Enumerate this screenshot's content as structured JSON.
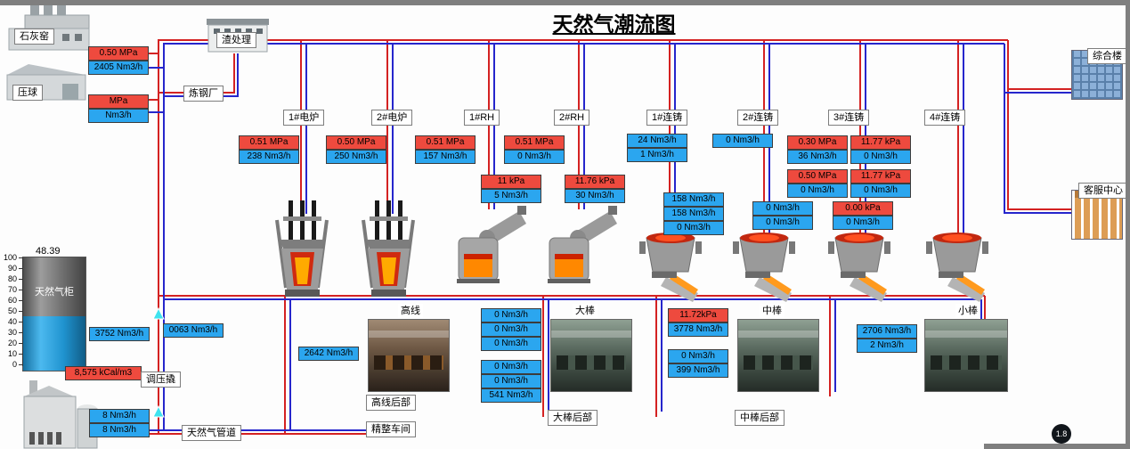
{
  "title": "天然气潮流图",
  "badge": "1.8",
  "colors": {
    "pipe_supply": "#d42222",
    "pipe_return": "#2626cc",
    "meter_pressure_bg": "#ee4a3e",
    "meter_flow_bg": "#2ba6ef",
    "arrow": "#3fe3ef"
  },
  "buildings": {
    "lime_kiln": "石灰窑",
    "press_ball": "压球",
    "slag": "渣处理",
    "complex": "综合楼",
    "service": "客服中心",
    "gas_holder": "天然气柜"
  },
  "units": {
    "eaf1": "1#电炉",
    "eaf2": "2#电炉",
    "rh1": "1#RH",
    "rh2": "2#RH",
    "cc1": "1#连铸",
    "cc2": "2#连铸",
    "cc3": "3#连铸",
    "cc4": "4#连铸"
  },
  "areas": {
    "steel_plant": "炼钢厂",
    "regulator": "调压撬",
    "pipeline": "天然气管道",
    "high_wire": "高线",
    "high_wire_rear": "高线后部",
    "finishing": "精整车间",
    "large_bar": "大棒",
    "large_bar_rear": "大棒后部",
    "medium_bar": "中棒",
    "medium_bar_rear": "中棒后部",
    "small_bar": "小棒"
  },
  "gauge": {
    "value": "48.39",
    "ticks": [
      "100",
      "90",
      "80",
      "70",
      "60",
      "50",
      "40",
      "30",
      "20",
      "10",
      "0"
    ]
  },
  "meters": {
    "lime_p": "0.50 MPa",
    "lime_f": "2405 Nm3/h",
    "ball_p": "MPa",
    "ball_f": "Nm3/h",
    "eaf1_p": "0.51 MPa",
    "eaf1_f": "238 Nm3/h",
    "eaf2_p": "0.50 MPa",
    "eaf2_f": "250 Nm3/h",
    "rh1_p": "0.51 MPa",
    "rh1_f": "157 Nm3/h",
    "rh2_p": "0.51 MPa",
    "rh2_f": "0 Nm3/h",
    "rh1_kpa": "11 kPa",
    "rh1_kf": "5 Nm3/h",
    "rh2_kpa": "11.76 kPa",
    "rh2_kf": "30 Nm3/h",
    "cc1_f1": "24 Nm3/h",
    "cc1_f2": "1 Nm3/h",
    "cc2_f1": "0 Nm3/h",
    "cc3_p": "0.30 MPa",
    "cc3_f": "36 Nm3/h",
    "cc4_p": "11.77 kPa",
    "cc4_f": "0 Nm3/h",
    "cc3_p2": "0.50 MPa",
    "cc3_f2": "0 Nm3/h",
    "cc4_p2": "11.77 kPa",
    "cc4_f2": "0 Nm3/h",
    "cc1_s1": "158 Nm3/h",
    "cc1_s2": "158 Nm3/h",
    "cc1_s3": "0 Nm3/h",
    "cc2_s1": "0 Nm3/h",
    "cc2_s2": "0 Nm3/h",
    "cc3_kpa": "0.00 kPa",
    "cc3_kf": "0 Nm3/h",
    "holder_f1": "3752 Nm3/h",
    "holder_f2": "0063 Nm3/h",
    "kcal": "8,575 kCal/m3",
    "pipe_f1": "8 Nm3/h",
    "pipe_f2": "8 Nm3/h",
    "gx_f": "2642 Nm3/h",
    "mid1_1": "0 Nm3/h",
    "mid1_2": "0 Nm3/h",
    "mid1_3": "0 Nm3/h",
    "mid2_1": "0 Nm3/h",
    "mid2_2": "0 Nm3/h",
    "mid2_3": "541 Nm3/h",
    "db_kpa": "11.72kPa",
    "db_f": "3778 Nm3/h",
    "db_f2": "0 Nm3/h",
    "db_f3": "399 Nm3/h",
    "xb_f1": "2706 Nm3/h",
    "xb_f2": "2 Nm3/h"
  }
}
